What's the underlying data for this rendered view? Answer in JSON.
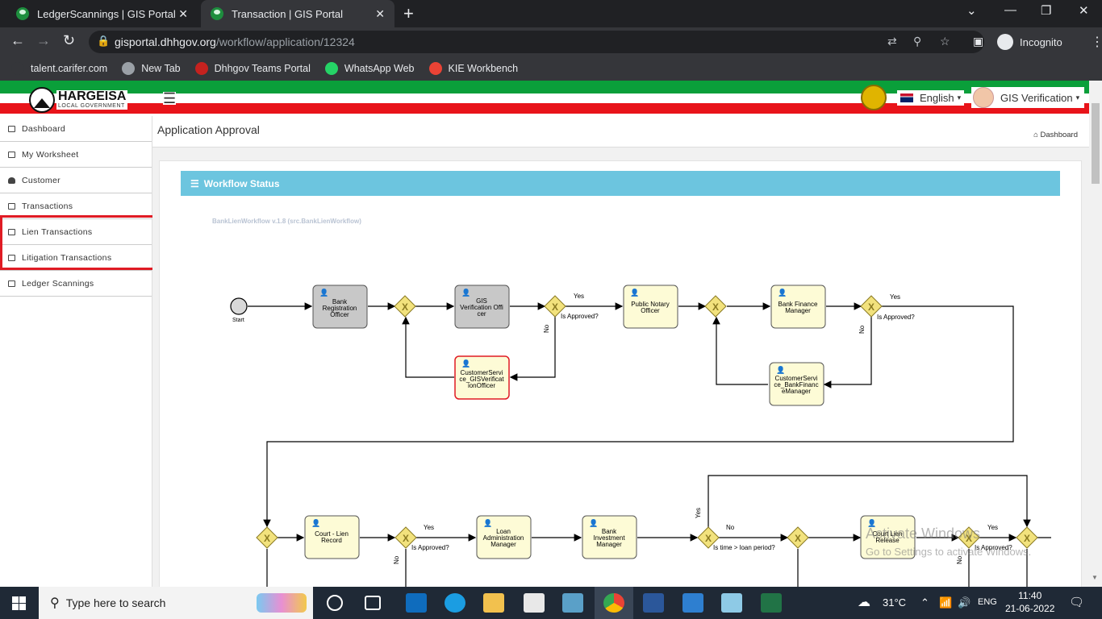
{
  "browser": {
    "tabs": [
      {
        "title": "LedgerScannings | GIS Portal",
        "active": false
      },
      {
        "title": "Transaction | GIS Portal",
        "active": true
      }
    ],
    "url_host": "gisportal.dhhgov.org",
    "url_path": "/workflow/application/12324",
    "incognito_label": "Incognito",
    "bookmarks": [
      {
        "label": "talent.carifer.com",
        "color": "#35363a"
      },
      {
        "label": "New Tab",
        "color": "#9aa0a6"
      },
      {
        "label": "Dhhgov Teams Portal",
        "color": "#c5221f"
      },
      {
        "label": "WhatsApp Web",
        "color": "#25d366"
      },
      {
        "label": "KIE Workbench",
        "color": "#ea4335"
      }
    ]
  },
  "header": {
    "logo_title": "HARGEISA",
    "logo_subtitle": "LOCAL GOVERNMENT",
    "language": "English",
    "user": "GIS Verification"
  },
  "sidebar": {
    "items": [
      {
        "label": "Dashboard"
      },
      {
        "label": "My Worksheet"
      },
      {
        "label": "Customer"
      },
      {
        "label": "Transactions"
      },
      {
        "label": "Lien Transactions"
      },
      {
        "label": "Litigation Transactions"
      },
      {
        "label": "Ledger Scannings"
      }
    ]
  },
  "page": {
    "title": "Application Approval",
    "breadcrumb": "Dashboard",
    "card_title": "Workflow Status",
    "workflow_name": "BankLienWorkflow v.1.8 (src.BankLienWorkflow)"
  },
  "diagram": {
    "start_label": "Start",
    "tasks": {
      "t1": "Bank Registration Officer",
      "t2": "GIS Verification Officer",
      "t3": "Public Notary Officer",
      "t4": "Bank Finance Manager",
      "t5": "CustomerService_GISVerificationOfficer",
      "t6": "CustomerService_BankFinanceManager",
      "t7": "Court - Lien Record",
      "t8": "Loan Administration Manager",
      "t9": "Bank Investment Manager",
      "t10": "Court Lien Release"
    },
    "labels": {
      "yes": "Yes",
      "no": "No",
      "is_approved": "Is Approved?",
      "is_time": "Is time > loan period?"
    },
    "colors": {
      "completed": "#c8c8c8",
      "pending": "#fdfbd6",
      "active_border": "#e01b24",
      "gateway": "#f2e27d"
    }
  },
  "watermark": {
    "line1": "Activate Windows",
    "line2": "Go to Settings to activate Windows."
  },
  "taskbar": {
    "search_placeholder": "Type here to search",
    "temperature": "31°C",
    "lang": "ENG",
    "time": "11:40",
    "date": "21-06-2022"
  }
}
